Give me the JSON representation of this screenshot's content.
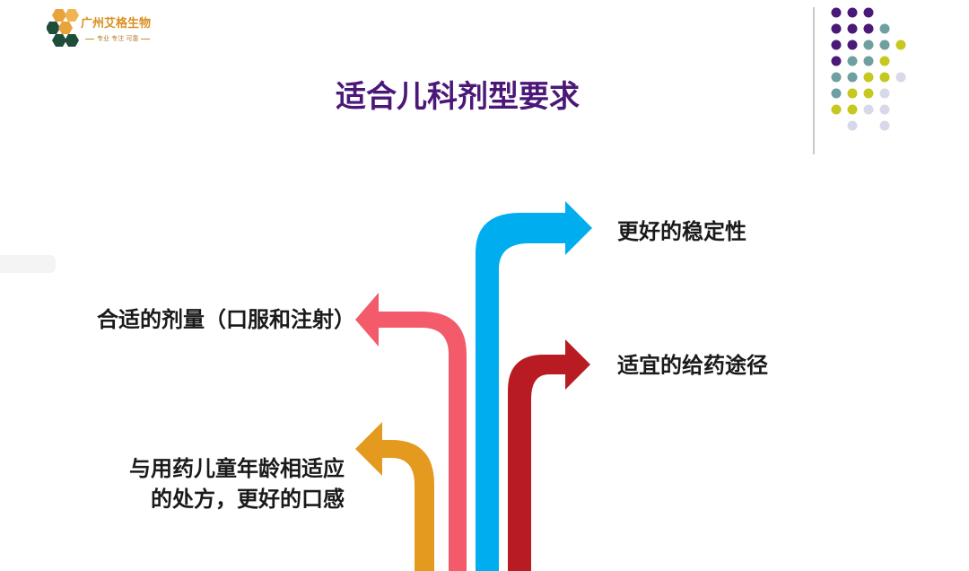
{
  "logo": {
    "company_name": "广州艾格生物",
    "slogan": "专业 专注 可靠",
    "icon": "honeycomb-logo-icon",
    "colors": {
      "orange": "#e8a33a",
      "dark_green": "#1f4d3a"
    }
  },
  "slide": {
    "title": "适合儿科剂型要求",
    "arrows": [
      {
        "id": "stability",
        "label": "更好的稳定性",
        "direction": "right",
        "color": "#00aeef"
      },
      {
        "id": "dosage",
        "label": "合适的剂量（口服和注射）",
        "direction": "left",
        "color": "#f35b6a"
      },
      {
        "id": "route",
        "label": "适宜的给药途径",
        "direction": "right",
        "color": "#b81c22"
      },
      {
        "id": "formula",
        "label_line1": "与用药儿童年龄相适应",
        "label_line2": "的处方，更好的口感",
        "direction": "left",
        "color": "#e39a1f"
      }
    ]
  },
  "decoration": {
    "dot_colors": {
      "purple": "#4b1a79",
      "teal": "#6f9fa0",
      "lime": "#c6c820",
      "lavender": "#d9d8ea"
    }
  }
}
